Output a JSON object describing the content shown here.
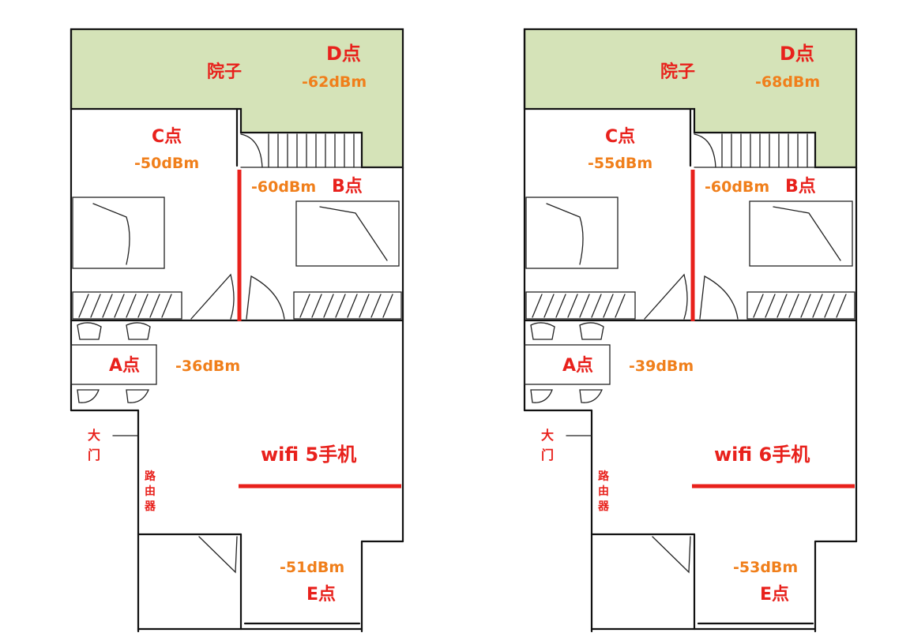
{
  "colors": {
    "yard": "#d5e3b8",
    "label_red": "#e8211c",
    "label_orange": "#f07f1b",
    "wall": "#111111"
  },
  "plans": [
    {
      "yard_label": "院子",
      "point_d": "D点",
      "signal_d": "-62dBm",
      "point_c": "C点",
      "signal_c": "-50dBm",
      "point_b": "B点",
      "signal_b": "-60dBm",
      "point_a": "A点",
      "signal_a": "-36dBm",
      "point_e": "E点",
      "signal_e": "-51dBm",
      "phone_label": "wifi 5手机",
      "door_label_1": "大",
      "door_label_2": "门",
      "router_label_1": "路",
      "router_label_2": "由",
      "router_label_3": "器"
    },
    {
      "yard_label": "院子",
      "point_d": "D点",
      "signal_d": "-68dBm",
      "point_c": "C点",
      "signal_c": "-55dBm",
      "point_b": "B点",
      "signal_b": "-60dBm",
      "point_a": "A点",
      "signal_a": "-39dBm",
      "point_e": "E点",
      "signal_e": "-53dBm",
      "phone_label": "wifi 6手机",
      "door_label_1": "大",
      "door_label_2": "门",
      "router_label_1": "路",
      "router_label_2": "由",
      "router_label_3": "器"
    }
  ]
}
